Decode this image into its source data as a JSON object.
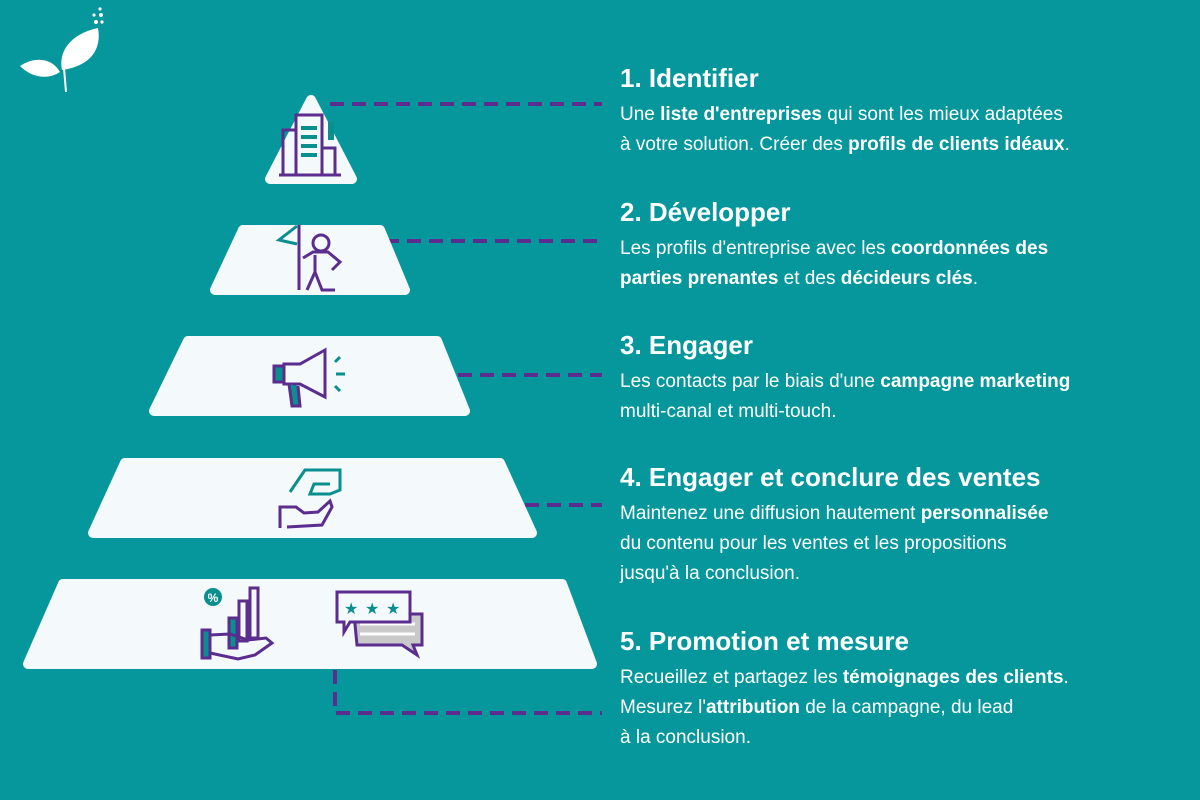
{
  "colors": {
    "background": "#05979c",
    "accent": "#5b2d8e",
    "tier": "#f4f9fb",
    "icon_teal": "#0a8f8f"
  },
  "logo": {
    "icon": "leaf-logo-icon"
  },
  "steps": [
    {
      "title": "1. Identifier",
      "icon": "building-icon",
      "lines": [
        [
          "Une ",
          "liste d'entreprises",
          " qui sont les mieux adaptées"
        ],
        [
          "à votre solution. Créer des ",
          "profils de clients idéaux",
          "."
        ]
      ]
    },
    {
      "title": "2. Développer",
      "icon": "person-flag-icon",
      "lines": [
        [
          "Les profils d'entreprise avec les ",
          "coordonnées des"
        ],
        [
          "parties prenantes",
          " et des ",
          "décideurs clés",
          "."
        ]
      ]
    },
    {
      "title": "3. Engager",
      "icon": "megaphone-icon",
      "lines": [
        [
          "Les contacts par le biais d'une ",
          "campagne marketing"
        ],
        [
          "multi-canal et multi-touch."
        ]
      ]
    },
    {
      "title": "4. Engager et conclure des ventes",
      "icon": "handshake-give-icon",
      "lines": [
        [
          "Maintenez une diffusion hautement ",
          "personnalisée"
        ],
        [
          "du contenu pour les ventes et les propositions"
        ],
        [
          "jusqu'à la conclusion."
        ]
      ]
    },
    {
      "title": "5. Promotion et mesure",
      "icon": "chart-hand-icon",
      "icon2": "review-stars-icon",
      "lines": [
        [
          "Recueillez et partagez les ",
          "témoignages des clients",
          "."
        ],
        [
          "Mesurez l'",
          "attribution",
          " de la campagne, du lead"
        ],
        [
          "à la conclusion."
        ]
      ]
    }
  ]
}
